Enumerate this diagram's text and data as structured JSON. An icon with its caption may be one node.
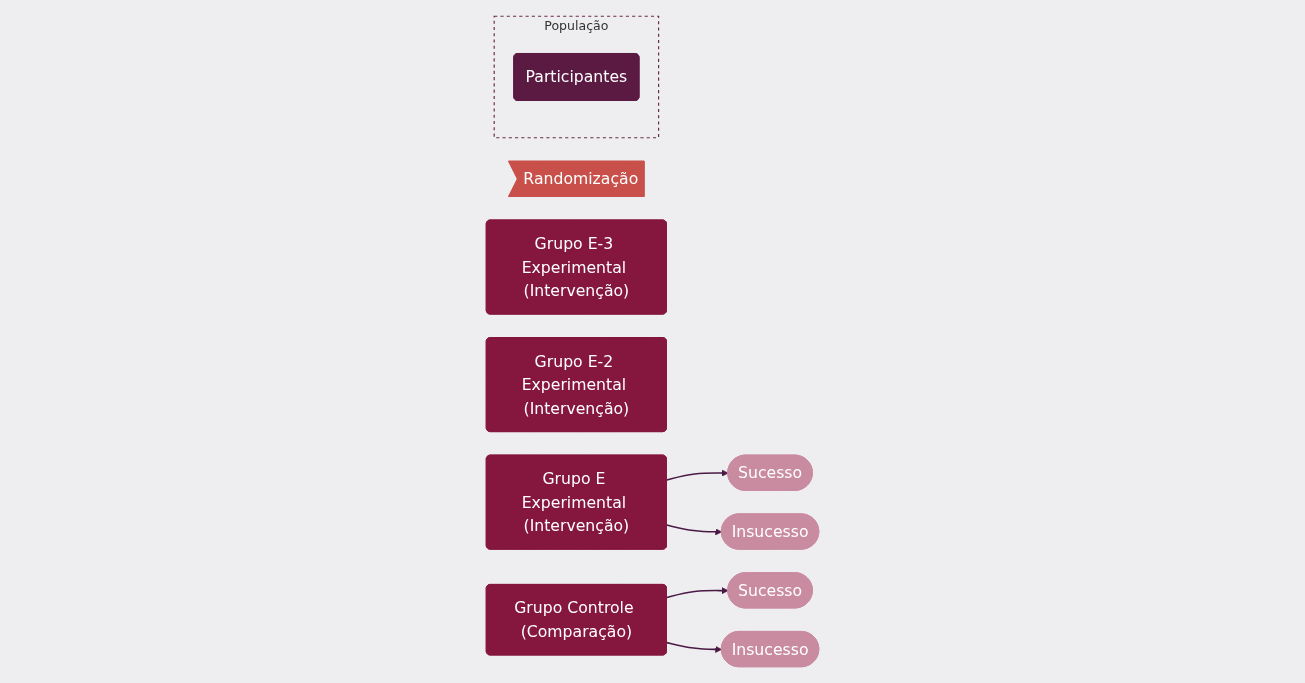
{
  "diagram": {
    "nodes": [
      {
        "text": [
          "População"
        ]
      },
      {
        "text": [
          "Participantes"
        ],
        "in": 0
      },
      {
        "text": [
          "Randomização"
        ]
      },
      {
        "text": [
          "Grupo E-3 Experimental (Intervenção)"
        ]
      },
      {
        "text": [
          "Grupo E-2 Experimental (Intervenção)"
        ]
      },
      {
        "text": [
          "Grupo E Experimental (Intervenção)"
        ]
      },
      {
        "text": [
          "Sucesso"
        ]
      },
      {
        "text": [
          "Insucesso"
        ]
      },
      {
        "text": [
          "Grupo Controle (Comparação)"
        ]
      },
      {
        "text": [
          "Sucesso"
        ]
      },
      {
        "text": [
          "Insucesso"
        ]
      }
    ],
    "edges": [
      {
        "from": 5,
        "to": 6,
        "arrow": "to"
      },
      {
        "from": 5,
        "to": 7,
        "arrow": "to"
      },
      {
        "from": 8,
        "to": 9,
        "arrow": "to"
      },
      {
        "from": 8,
        "to": 10,
        "arrow": "to"
      }
    ]
  }
}
